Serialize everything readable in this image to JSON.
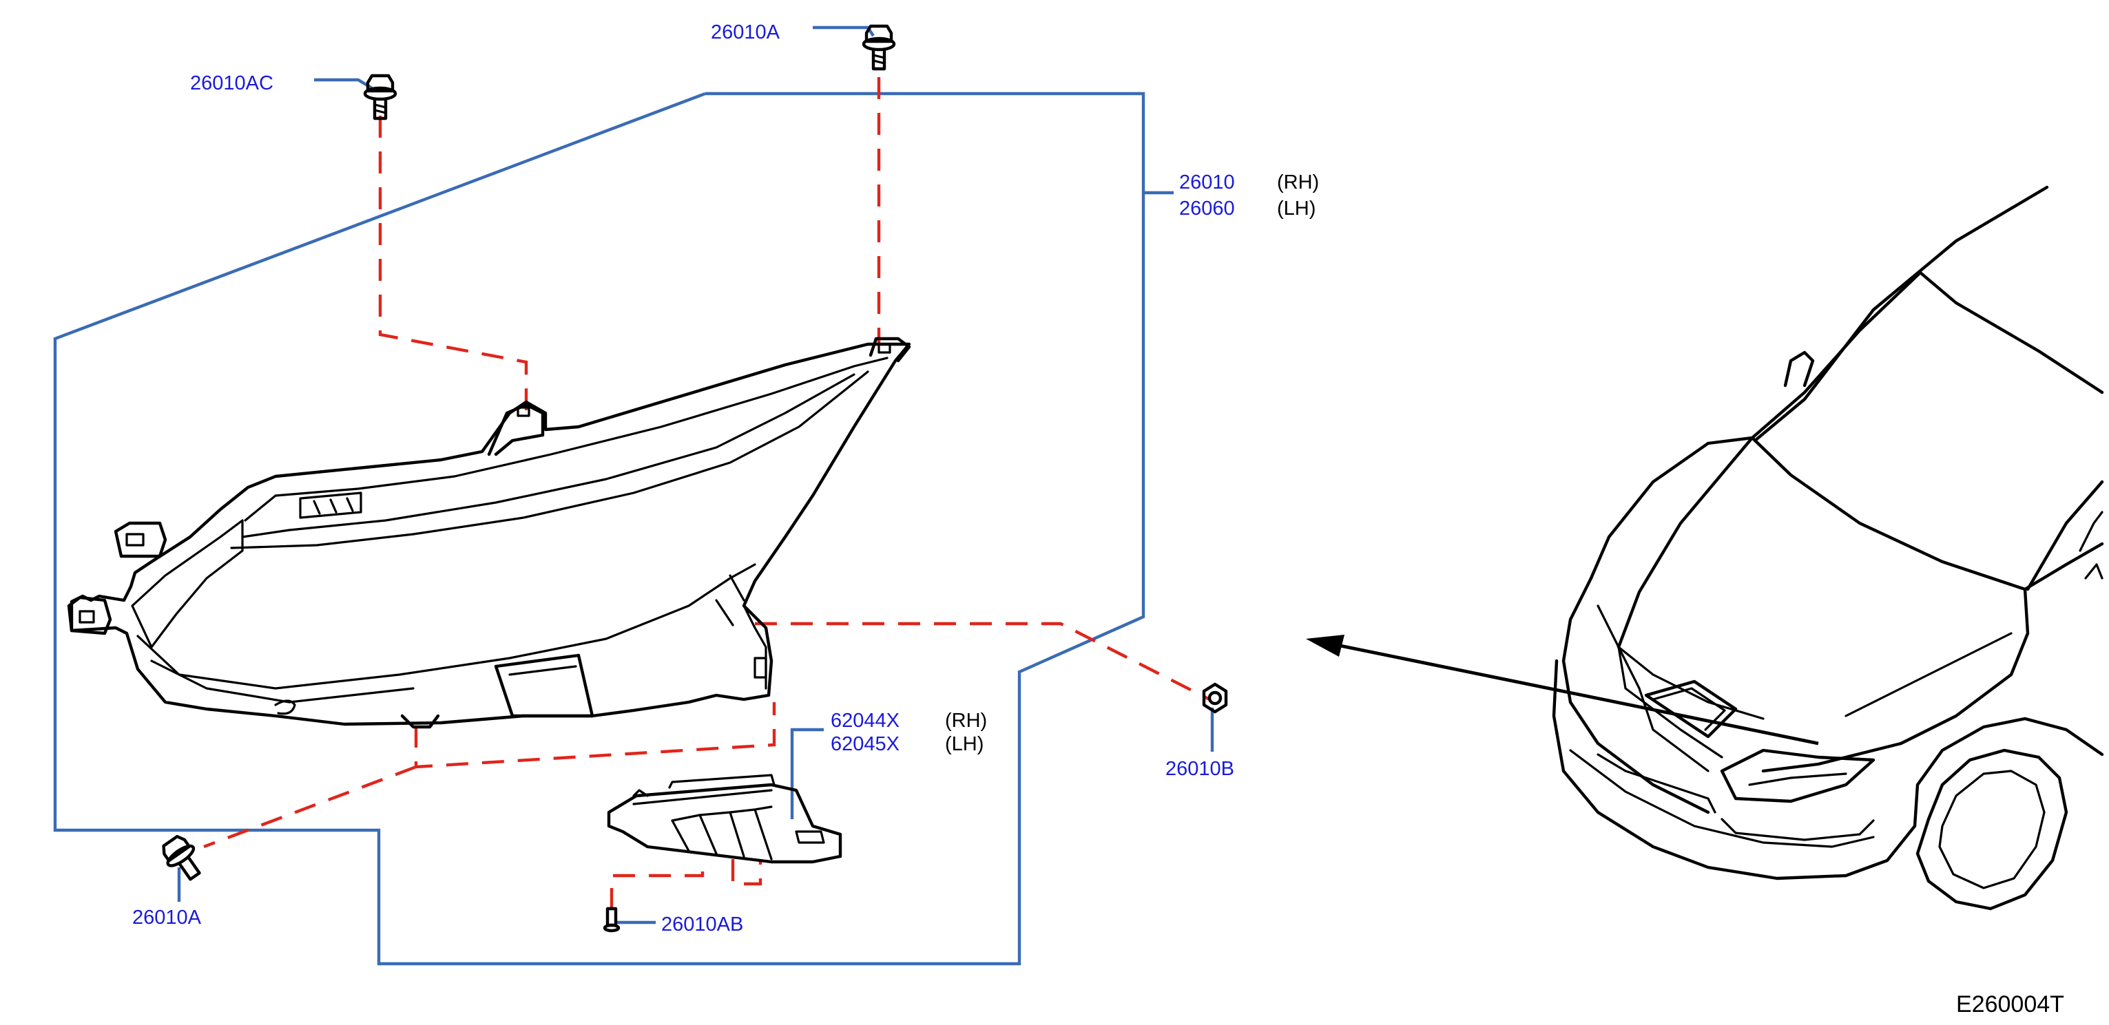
{
  "colors": {
    "part_number": "#1a1adb",
    "leader_line": "#3a6bb5",
    "dashed_guide": "#e0251b",
    "line_art": "#000000",
    "background": "#ffffff"
  },
  "callouts": {
    "bolt_top": {
      "part_number": "26010A"
    },
    "bolt_left_top": {
      "part_number": "26010AC"
    },
    "headlamp": {
      "lines": [
        {
          "part_number": "26010",
          "side": "(RH)"
        },
        {
          "part_number": "26060",
          "side": "(LH)"
        }
      ]
    },
    "bracket": {
      "lines": [
        {
          "part_number": "62044X",
          "side": "(RH)"
        },
        {
          "part_number": "62045X",
          "side": "(LH)"
        }
      ]
    },
    "nut_right": {
      "part_number": "26010B"
    },
    "bolt_bottom_left": {
      "part_number": "26010A"
    },
    "screw_bottom": {
      "part_number": "26010AB"
    }
  },
  "diagram_code": "E260004T",
  "icons": [
    "bolt-icon",
    "nut-icon",
    "screw-icon",
    "headlamp-assembly-drawing",
    "bracket-drawing",
    "vehicle-front-drawing",
    "location-arrow"
  ]
}
